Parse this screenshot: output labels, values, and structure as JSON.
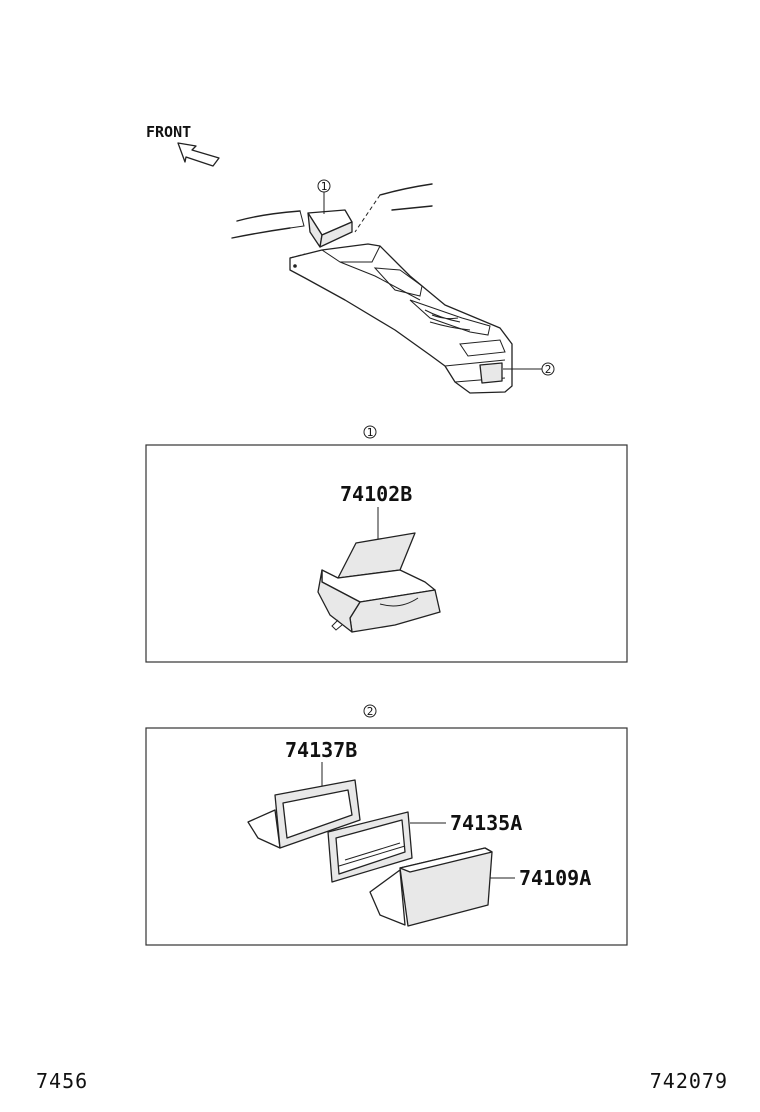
{
  "overview": {
    "front_label": "FRONT",
    "callout_1": "1",
    "callout_2": "2"
  },
  "detail_1": {
    "marker": "1",
    "parts": [
      "74102B"
    ]
  },
  "detail_2": {
    "marker": "2",
    "parts": [
      "74137B",
      "74135A",
      "74109A"
    ]
  },
  "footer": {
    "left_code": "7456",
    "right_code": "742079"
  }
}
